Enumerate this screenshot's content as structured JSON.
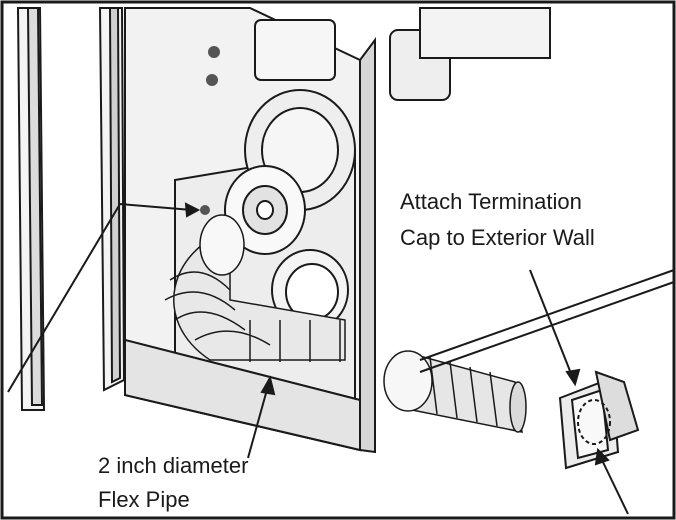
{
  "labels": {
    "termination_line1": "Attach Termination",
    "termination_line2": "Cap to Exterior Wall",
    "flex_line1": "2 inch diameter",
    "flex_line2": "Flex Pipe"
  },
  "colors": {
    "stroke": "#1a1a1a",
    "panel_fill": "#f2f2f2",
    "shadow_fill": "#c8c8c8",
    "background": "#ffffff"
  }
}
